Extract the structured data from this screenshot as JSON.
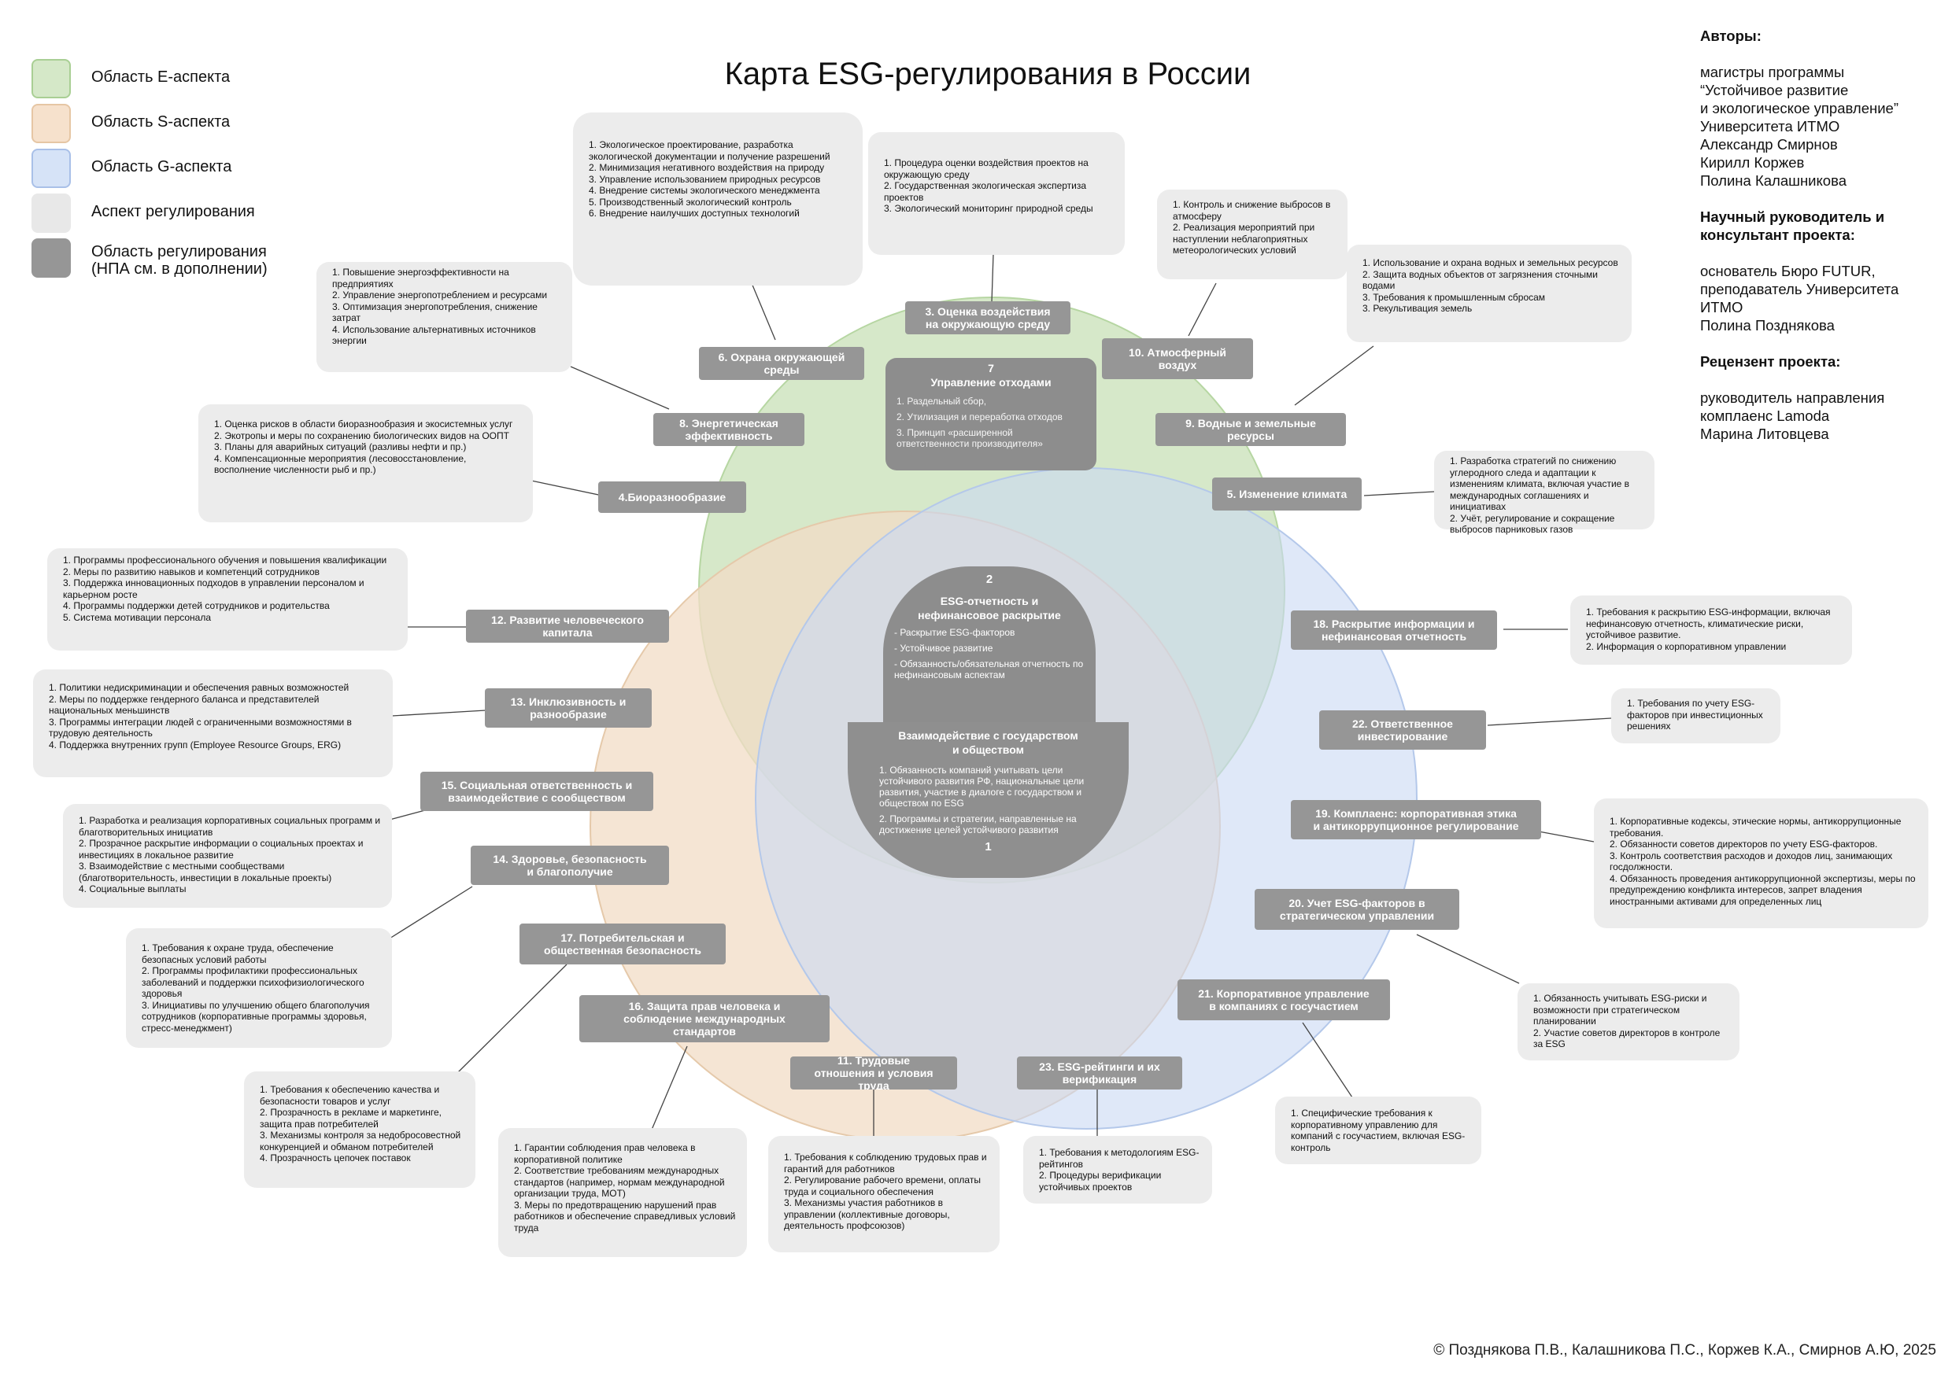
{
  "title": "Карта ESG-регулирования в России",
  "legend": [
    {
      "label": "Область E-аспекта",
      "color": "#d5e8c8",
      "border": "#a9cf94"
    },
    {
      "label": "Область S-аспекта",
      "color": "#f6e1cc",
      "border": "#e6c6a4"
    },
    {
      "label": "Область G-аспекта",
      "color": "#d6e3f7",
      "border": "#a9c0e8"
    },
    {
      "label": "Аспект регулирования",
      "color": "#e8e8e8",
      "border": "#e8e8e8"
    },
    {
      "label": "Область регулирования\n(НПА см. в дополнении)",
      "color": "#969696",
      "border": "#969696"
    }
  ],
  "authors": {
    "heading1": "Авторы:",
    "text1": "магистры программы\n“Устойчивое развитие\nи экологическое управление”\nУниверситета ИТМО\nАлександр Смирнов\nКирилл Коржев\nПолина Калашникова",
    "heading2": "Научный руководитель и\nконсультант проекта:",
    "text2": "основатель Бюро FUTUR,\nпреподаватель Университета\nИТМО\nПолина Позднякова",
    "heading3": "Рецензент проекта:",
    "text3": "руководитель направления\nкомплаенс Lamoda\nМарина Литовцева"
  },
  "tags": {
    "t3": "3. Оценка воздействия\nна окружающую среду",
    "t6": "6. Охрана окружающей\nсреды",
    "t10": "10. Атмосферный\nвоздух",
    "t8": "8. Энергетическая\nэффективность",
    "t9": "9. Водные и земельные\nресурсы",
    "t4": "4.Биоразнообразие",
    "t5": "5. Изменение климата",
    "t12": "12. Развитие человеческого\nкапитала",
    "t18": "18. Раскрытие информации и\nнефинансовая отчетность",
    "t13": "13. Инклюзивность и\nразнообразие",
    "t22": "22. Ответственное\nинвестирование",
    "t15": "15. Социальная ответственность и\nвзаимодействие с сообществом",
    "t19": "19. Комплаенс: корпоративная этика\nи антикоррупционное регулирование",
    "t14": "14. Здоровье, безопасность\nи благополучие",
    "t20": "20. Учет ESG-факторов в\nстратегическом управлении",
    "t17": "17. Потребительская и\nобщественная безопасность",
    "t21": "21. Корпоративное управление\nв компаниях с госучастием",
    "t16": "16. Защита прав человека и\nсоблюдение международных\nстандартов",
    "t11": "11. Трудовые\nотношения и условия\nтруда",
    "t23": "23. ESG-рейтинги и их\nверификация"
  },
  "core": {
    "waste": {
      "heading": "7\nУправление отходами",
      "items": [
        "1. Раздельный сбор,",
        "2. Утилизация и переработка отходов",
        "3. Принцип «расширенной ответственности производителя»"
      ]
    },
    "reporting": {
      "number": "2",
      "heading": "ESG-отчетность и\nнефинансовое раскрытие",
      "items": [
        "- Раскрытие ESG-факторов",
        "- Устойчивое развитие",
        "- Обязанность/обязательная отчетность по нефинансовым аспектам"
      ]
    },
    "state": {
      "heading": "Взаимодействие с государством\nи обществом",
      "items": [
        "1. Обязанность компаний учитывать цели устойчивого развития РФ, национальные цели развития, участие в диалоге с государством и обществом по ESG",
        "2. Программы и стратегии, направленные на достижение целей устойчивого развития"
      ],
      "number": "1"
    }
  },
  "info": {
    "b_eco": [
      "1. Экологическое проектирование, разработка экологической документации и получение разрешений",
      "2.  Минимизация негативного воздействия на природу",
      "3. Управление использованием природных ресурсов",
      "4. Внедрение системы экологического менеджмента",
      "5. Производственный экологический контроль",
      "6. Внедрение наилучших доступных технологий"
    ],
    "b_ovos": [
      "1. Процедура оценки воздействия проектов на окружающую среду",
      "2. Государственная экологическая экспертиза проектов",
      "3. Экологический мониторинг природной среды"
    ],
    "b_air": [
      "1. Контроль и снижение выбросов в атмосферу",
      "2. Реализация мероприятий при наступлении неблагоприятных метеорологических условий"
    ],
    "b_energy": [
      "1. Повышение энергоэффективности на предприятиях",
      "2. Управление энергопотреблением и ресурсами",
      "3. Оптимизация энергопотребления, снижение затрат",
      "4. Использование альтернативных источников энергии"
    ],
    "b_water": [
      "1. Использование и охрана водных и земельных ресурсов",
      "2. Защита водных объектов от загрязнения сточными водами",
      "3. Требования к промышленным сбросам",
      "3. Рекультивация земель"
    ],
    "b_bio": [
      "1. Оценка рисков в области биоразнообразия и экосистемных услуг",
      "2. Экотропы и меры по сохранению биологических видов на ООПТ",
      "3. Планы для аварийных ситуаций (разливы нефти и пр.)",
      "4. Компенсационные мероприятия (лесовосстановление, восполнение численности рыб и пр.)"
    ],
    "b_climate": [
      "1. Разработка стратегий по снижению углеродного следа и адаптации к изменениям климата, включая участие в международных соглашениях и инициативах",
      "2. Учёт, регулирование и сокращение выбросов парниковых газов"
    ],
    "b_human": [
      "1. Программы профессионального обучения и повышения квалификации",
      "2. Меры по развитию навыков и компетенций сотрудников",
      "3. Поддержка инновационных подходов в управлении персоналом и карьерном росте",
      "4. Программы поддержки детей сотрудников и родительства",
      "5. Система мотивации персонала"
    ],
    "b_disclosure": [
      "1. Требования к раскрытию ESG-информации, включая нефинансовую отчетность, климатические риски, устойчивое развитие.",
      "2. Информация о корпоративном управлении"
    ],
    "b_inclusive": [
      "1. Политики недискриминации и обеспечения равных возможностей",
      "2. Меры по поддержке гендерного баланса и представителей национальных меньшинств",
      "3. Программы интеграции людей с ограниченными возможностями в трудовую деятельность",
      "4. Поддержка внутренних групп (Employee Resource Groups, ERG)"
    ],
    "b_invest": [
      "1. Требования по учету ESG-факторов при инвестиционных решениях"
    ],
    "b_social": [
      "1. Разработка и реализация корпоративных социальных программ и благотворительных инициатив",
      "2. Прозрачное раскрытие информации о социальных проектах и инвестициях в локальное развитие",
      "3. Взаимодействие с местными сообществами (благотворительность, инвестиции в локальные проекты)",
      "4. Социальные выплаты"
    ],
    "b_compliance": [
      "1. Корпоративные кодексы, этические нормы, антикоррупционные требования.",
      "2. Обязанности советов директоров по учету ESG-факторов.",
      "3. Контроль соответствия расходов и доходов лиц, занимающих госдолжности.",
      "4. Обязанность проведения антикоррупционной экспертизы, меры по предупреждению конфликта интересов, запрет владения иностранными активами для определенных лиц"
    ],
    "b_health": [
      "1. Требования к охране труда, обеспечение безопасных условий работы",
      "2. Программы профилактики профессиональных заболеваний и поддержки психофизиологического здоровья",
      "3. Инициативы по улучшению общего благополучия сотрудников (корпоративные программы здоровья, стресс-менеджмент)"
    ],
    "b_strategy": [
      "1. Обязанность учитывать ESG-риски и возможности при стратегическом планировании",
      "2. Участие советов директоров в контроле за ESG"
    ],
    "b_consumer": [
      "1. Требования к обеспечению качества и безопасности товаров и услуг",
      "2. Прозрачность в рекламе и маркетинге, защита прав потребителей",
      "3. Механизмы контроля за недобросовестной конкуренцией и обманом потребителей",
      "4. Прозрачность цепочек поставок"
    ],
    "b_rights": [
      "1. Гарантии соблюдения прав человека в корпоративной политике",
      "2. Соответствие требованиям международных стандартов (например, нормам международной организации труда, МОТ)",
      "3. Меры по предотвращению нарушений прав работников и обеспечение справедливых условий труда"
    ],
    "b_labor": [
      "1. Требования к соблюдению трудовых прав и гарантий для работников",
      "2. Регулирование рабочего времени, оплаты труда и социального обеспечения",
      "3. Механизмы участия работников в управлении (коллективные договоры, деятельность профсоюзов)"
    ],
    "b_ratings": [
      "1. Требования к методологиям ESG-рейтингов",
      "2. Процедуры верификации устойчивых проектов"
    ],
    "b_stateco": [
      "1. Специфические требования к корпоративному управлению для компаний с госучастием, включая ESG-контроль"
    ]
  },
  "copyright": "© Позднякова П.В., Калашникова П.С., Коржев К.А., Смирнов А.Ю, 2025"
}
